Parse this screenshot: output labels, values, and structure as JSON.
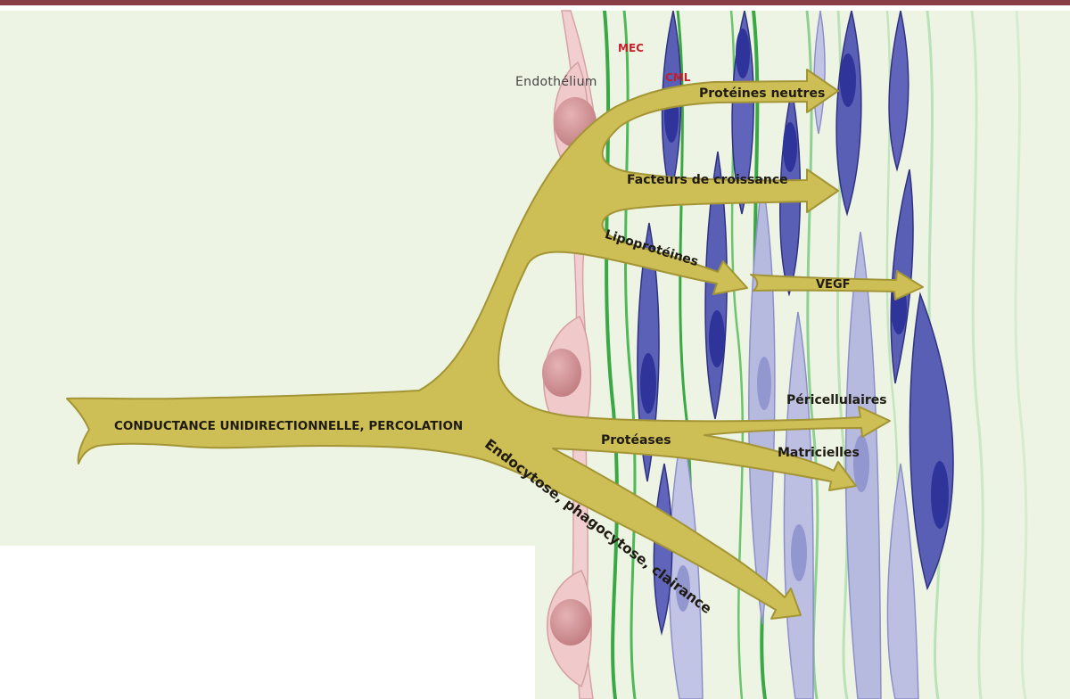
{
  "colors": {
    "background": "#eef4e4",
    "top_rule": "#8a3c47",
    "arrow_fill": "#cdbf55",
    "arrow_stroke": "#a39536",
    "endothelium": "#f1cfd0",
    "endothelial_nucleus": "#cf8e91",
    "smc_dark": "#5a5fb6",
    "smc_light": "#b7badf",
    "matrix_green": "#3aa844"
  },
  "labels": {
    "endothelium": "Endothélium",
    "mec": "MEC",
    "cml": "CML",
    "main_flow": "CONDUCTANCE UNIDIRECTIONNELLE, PERCOLATION",
    "neutral_proteins": "Protéines neutres",
    "growth_factors": "Facteurs de croissance",
    "lipoproteins": "Lipoprotéines",
    "vegf": "VEGF",
    "pericellular": "Péricellulaires",
    "proteases": "Protéases",
    "matrix": "Matricielles",
    "endocytosis": "Endocytose, phagocytose, clairance"
  }
}
